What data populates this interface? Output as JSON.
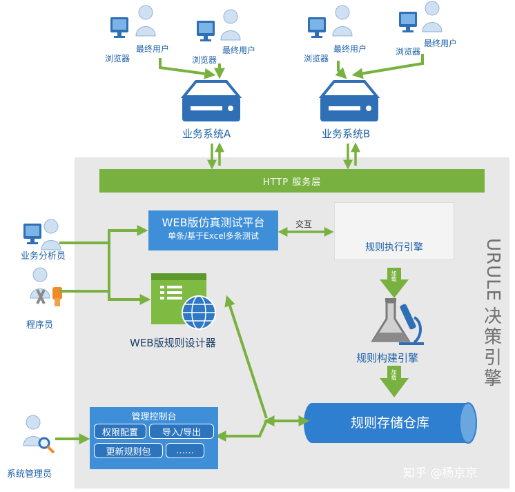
{
  "top": {
    "browser_label": "浏览器",
    "user_label": "最终用户",
    "system_a": "业务系统A",
    "system_b": "业务系统B"
  },
  "http_layer": "HTTP 服务层",
  "simulator": {
    "line1": "WEB版仿真测试平台",
    "line2": "单条/基于Excel多条测试"
  },
  "interact_label": "交互",
  "execution_engine": "规则执行引擎",
  "build_engine": "规则构建引擎",
  "arrow_vertical_label": "加载",
  "designer": "WEB版规则设计器",
  "repository": "规则存储仓库",
  "console": {
    "title": "管理控制台",
    "buttons": [
      "权限配置",
      "导入/导出",
      "更新规则包",
      "……"
    ]
  },
  "roles": {
    "analyst": "业务分析员",
    "programmer": "程序员",
    "admin": "系统管理员"
  },
  "product_name": {
    "latin": "URULE",
    "cjk": [
      "决",
      "策",
      "引",
      "擎"
    ]
  },
  "watermark": "知乎 @杨京京",
  "colors": {
    "green": "#78b13f",
    "blue": "#3f8fd8",
    "dark_blue": "#1b5fa8",
    "panel_gray": "#e8e8e8"
  }
}
